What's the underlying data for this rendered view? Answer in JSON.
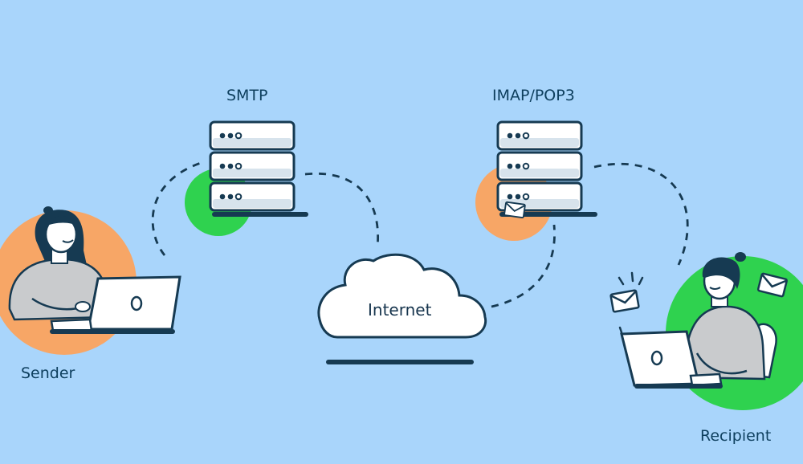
{
  "labels": {
    "smtp": "SMTP",
    "imap_pop3": "IMAP/POP3",
    "internet": "Internet",
    "sender": "Sender",
    "recipient": "Recipient"
  },
  "colors": {
    "background": "#a9d5fb",
    "orange_circle": "#f7a666",
    "green_circle": "#2fd24f",
    "outline": "#163a52",
    "label_text": "#0e3f5e"
  },
  "icons": {
    "smtp_server": "server-rack-icon",
    "imap_server": "server-rack-icon",
    "cloud": "cloud-icon",
    "envelope": "envelope-icon"
  }
}
